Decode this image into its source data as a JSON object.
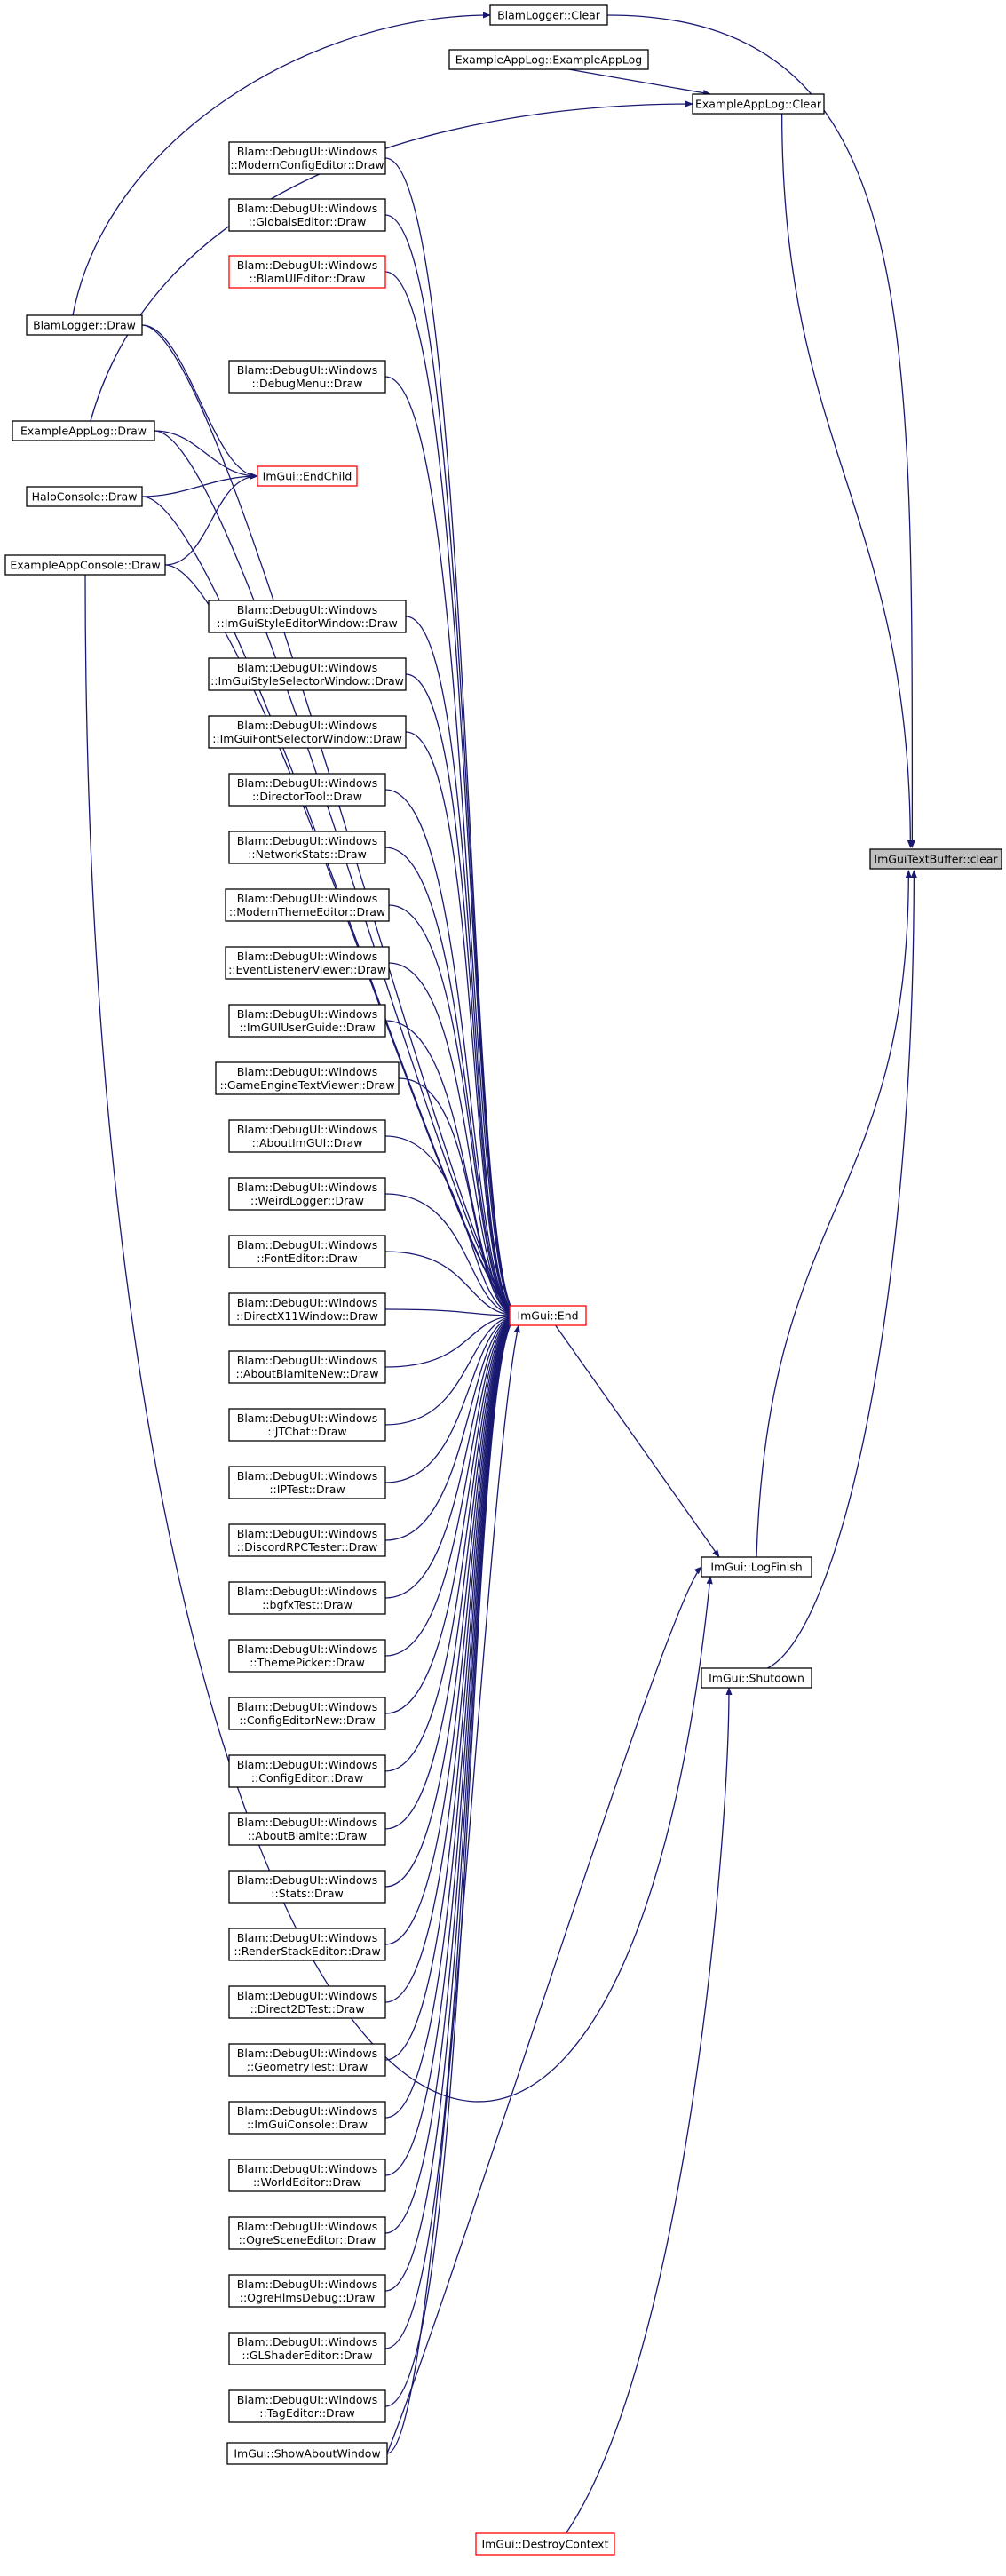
{
  "diagram": {
    "type": "call-graph",
    "nodes": [
      {
        "id": "clear",
        "lines": [
          "ImGuiTextBuffer::clear"
        ],
        "style": "focus"
      },
      {
        "id": "blamlogger_clear",
        "lines": [
          "BlamLogger::Clear"
        ],
        "style": "normal"
      },
      {
        "id": "exapplog_ctor",
        "lines": [
          "ExampleAppLog::ExampleAppLog"
        ],
        "style": "normal"
      },
      {
        "id": "exapplog_clear",
        "lines": [
          "ExampleAppLog::Clear"
        ],
        "style": "normal"
      },
      {
        "id": "moderncfg",
        "lines": [
          "Blam::DebugUI::Windows",
          "::ModernConfigEditor::Draw"
        ],
        "style": "normal"
      },
      {
        "id": "globals",
        "lines": [
          "Blam::DebugUI::Windows",
          "::GlobalsEditor::Draw"
        ],
        "style": "normal"
      },
      {
        "id": "blamui",
        "lines": [
          "Blam::DebugUI::Windows",
          "::BlamUIEditor::Draw"
        ],
        "style": "red"
      },
      {
        "id": "blamlogger_draw",
        "lines": [
          "BlamLogger::Draw"
        ],
        "style": "normal"
      },
      {
        "id": "debugmenu",
        "lines": [
          "Blam::DebugUI::Windows",
          "::DebugMenu::Draw"
        ],
        "style": "normal"
      },
      {
        "id": "exapplog_draw",
        "lines": [
          "ExampleAppLog::Draw"
        ],
        "style": "normal"
      },
      {
        "id": "endchild",
        "lines": [
          "ImGui::EndChild"
        ],
        "style": "red"
      },
      {
        "id": "haloconsole",
        "lines": [
          "HaloConsole::Draw"
        ],
        "style": "normal"
      },
      {
        "id": "exappconsole",
        "lines": [
          "ExampleAppConsole::Draw"
        ],
        "style": "normal"
      },
      {
        "id": "stylewin",
        "lines": [
          "Blam::DebugUI::Windows",
          "::ImGuiStyleEditorWindow::Draw"
        ],
        "style": "normal"
      },
      {
        "id": "stylesel",
        "lines": [
          "Blam::DebugUI::Windows",
          "::ImGuiStyleSelectorWindow::Draw"
        ],
        "style": "normal"
      },
      {
        "id": "fontsel",
        "lines": [
          "Blam::DebugUI::Windows",
          "::ImGuiFontSelectorWindow::Draw"
        ],
        "style": "normal"
      },
      {
        "id": "director",
        "lines": [
          "Blam::DebugUI::Windows",
          "::DirectorTool::Draw"
        ],
        "style": "normal"
      },
      {
        "id": "netstats",
        "lines": [
          "Blam::DebugUI::Windows",
          "::NetworkStats::Draw"
        ],
        "style": "normal"
      },
      {
        "id": "moderntheme",
        "lines": [
          "Blam::DebugUI::Windows",
          "::ModernThemeEditor::Draw"
        ],
        "style": "normal"
      },
      {
        "id": "eventlistener",
        "lines": [
          "Blam::DebugUI::Windows",
          "::EventListenerViewer::Draw"
        ],
        "style": "normal"
      },
      {
        "id": "userguide",
        "lines": [
          "Blam::DebugUI::Windows",
          "::ImGUIUserGuide::Draw"
        ],
        "style": "normal"
      },
      {
        "id": "gametext",
        "lines": [
          "Blam::DebugUI::Windows",
          "::GameEngineTextViewer::Draw"
        ],
        "style": "normal"
      },
      {
        "id": "aboutimgui",
        "lines": [
          "Blam::DebugUI::Windows",
          "::AboutImGUI::Draw"
        ],
        "style": "normal"
      },
      {
        "id": "weirdlogger",
        "lines": [
          "Blam::DebugUI::Windows",
          "::WeirdLogger::Draw"
        ],
        "style": "normal"
      },
      {
        "id": "fonteditor",
        "lines": [
          "Blam::DebugUI::Windows",
          "::FontEditor::Draw"
        ],
        "style": "normal"
      },
      {
        "id": "end",
        "lines": [
          "ImGui::End"
        ],
        "style": "red"
      },
      {
        "id": "dx11",
        "lines": [
          "Blam::DebugUI::Windows",
          "::DirectX11Window::Draw"
        ],
        "style": "normal"
      },
      {
        "id": "aboutblamitenew",
        "lines": [
          "Blam::DebugUI::Windows",
          "::AboutBlamiteNew::Draw"
        ],
        "style": "normal"
      },
      {
        "id": "jtchat",
        "lines": [
          "Blam::DebugUI::Windows",
          "::JTChat::Draw"
        ],
        "style": "normal"
      },
      {
        "id": "iptest",
        "lines": [
          "Blam::DebugUI::Windows",
          "::IPTest::Draw"
        ],
        "style": "normal"
      },
      {
        "id": "discordrpc",
        "lines": [
          "Blam::DebugUI::Windows",
          "::DiscordRPCTester::Draw"
        ],
        "style": "normal"
      },
      {
        "id": "bgfxtest",
        "lines": [
          "Blam::DebugUI::Windows",
          "::bgfxTest::Draw"
        ],
        "style": "normal"
      },
      {
        "id": "logfinish",
        "lines": [
          "ImGui::LogFinish"
        ],
        "style": "normal"
      },
      {
        "id": "themepicker",
        "lines": [
          "Blam::DebugUI::Windows",
          "::ThemePicker::Draw"
        ],
        "style": "normal"
      },
      {
        "id": "shutdown",
        "lines": [
          "ImGui::Shutdown"
        ],
        "style": "normal"
      },
      {
        "id": "confignew",
        "lines": [
          "Blam::DebugUI::Windows",
          "::ConfigEditorNew::Draw"
        ],
        "style": "normal"
      },
      {
        "id": "configeditor",
        "lines": [
          "Blam::DebugUI::Windows",
          "::ConfigEditor::Draw"
        ],
        "style": "normal"
      },
      {
        "id": "aboutblamite",
        "lines": [
          "Blam::DebugUI::Windows",
          "::AboutBlamite::Draw"
        ],
        "style": "normal"
      },
      {
        "id": "stats",
        "lines": [
          "Blam::DebugUI::Windows",
          "::Stats::Draw"
        ],
        "style": "normal"
      },
      {
        "id": "renderstack",
        "lines": [
          "Blam::DebugUI::Windows",
          "::RenderStackEditor::Draw"
        ],
        "style": "normal"
      },
      {
        "id": "d2dtest",
        "lines": [
          "Blam::DebugUI::Windows",
          "::Direct2DTest::Draw"
        ],
        "style": "normal"
      },
      {
        "id": "geomtest",
        "lines": [
          "Blam::DebugUI::Windows",
          "::GeometryTest::Draw"
        ],
        "style": "normal"
      },
      {
        "id": "imguiconsole",
        "lines": [
          "Blam::DebugUI::Windows",
          "::ImGuiConsole::Draw"
        ],
        "style": "normal"
      },
      {
        "id": "worldeditor",
        "lines": [
          "Blam::DebugUI::Windows",
          "::WorldEditor::Draw"
        ],
        "style": "normal"
      },
      {
        "id": "ogrescene",
        "lines": [
          "Blam::DebugUI::Windows",
          "::OgreSceneEditor::Draw"
        ],
        "style": "normal"
      },
      {
        "id": "ogrehlms",
        "lines": [
          "Blam::DebugUI::Windows",
          "::OgreHlmsDebug::Draw"
        ],
        "style": "normal"
      },
      {
        "id": "glshader",
        "lines": [
          "Blam::DebugUI::Windows",
          "::GLShaderEditor::Draw"
        ],
        "style": "normal"
      },
      {
        "id": "tageditor",
        "lines": [
          "Blam::DebugUI::Windows",
          "::TagEditor::Draw"
        ],
        "style": "normal"
      },
      {
        "id": "showabout",
        "lines": [
          "ImGui::ShowAboutWindow"
        ],
        "style": "normal"
      },
      {
        "id": "destroyctx",
        "lines": [
          "ImGui::DestroyContext"
        ],
        "style": "red"
      }
    ],
    "edges": [
      [
        "blamlogger_clear",
        "clear"
      ],
      [
        "exapplog_clear",
        "clear"
      ],
      [
        "logfinish",
        "clear"
      ],
      [
        "shutdown",
        "clear"
      ],
      [
        "exapplog_ctor",
        "exapplog_clear"
      ],
      [
        "blamlogger_draw",
        "blamlogger_clear"
      ],
      [
        "exapplog_draw",
        "exapplog_clear"
      ],
      [
        "blamlogger_draw",
        "endchild"
      ],
      [
        "exapplog_draw",
        "endchild"
      ],
      [
        "haloconsole",
        "endchild"
      ],
      [
        "exappconsole",
        "endchild"
      ],
      [
        "end",
        "logfinish"
      ],
      [
        "showabout",
        "logfinish"
      ],
      [
        "exappconsole",
        "logfinish"
      ],
      [
        "destroyctx",
        "shutdown"
      ],
      [
        "moderncfg",
        "end"
      ],
      [
        "globals",
        "end"
      ],
      [
        "blamui",
        "end"
      ],
      [
        "blamlogger_draw",
        "end"
      ],
      [
        "debugmenu",
        "end"
      ],
      [
        "exapplog_draw",
        "end"
      ],
      [
        "haloconsole",
        "end"
      ],
      [
        "exappconsole",
        "end"
      ],
      [
        "stylewin",
        "end"
      ],
      [
        "stylesel",
        "end"
      ],
      [
        "fontsel",
        "end"
      ],
      [
        "director",
        "end"
      ],
      [
        "netstats",
        "end"
      ],
      [
        "moderntheme",
        "end"
      ],
      [
        "eventlistener",
        "end"
      ],
      [
        "userguide",
        "end"
      ],
      [
        "gametext",
        "end"
      ],
      [
        "aboutimgui",
        "end"
      ],
      [
        "weirdlogger",
        "end"
      ],
      [
        "fonteditor",
        "end"
      ],
      [
        "dx11",
        "end"
      ],
      [
        "aboutblamitenew",
        "end"
      ],
      [
        "jtchat",
        "end"
      ],
      [
        "iptest",
        "end"
      ],
      [
        "discordrpc",
        "end"
      ],
      [
        "bgfxtest",
        "end"
      ],
      [
        "themepicker",
        "end"
      ],
      [
        "confignew",
        "end"
      ],
      [
        "configeditor",
        "end"
      ],
      [
        "aboutblamite",
        "end"
      ],
      [
        "stats",
        "end"
      ],
      [
        "renderstack",
        "end"
      ],
      [
        "d2dtest",
        "end"
      ],
      [
        "geomtest",
        "end"
      ],
      [
        "imguiconsole",
        "end"
      ],
      [
        "worldeditor",
        "end"
      ],
      [
        "ogrescene",
        "end"
      ],
      [
        "ogrehlms",
        "end"
      ],
      [
        "glshader",
        "end"
      ],
      [
        "tageditor",
        "end"
      ],
      [
        "showabout",
        "end"
      ]
    ]
  }
}
